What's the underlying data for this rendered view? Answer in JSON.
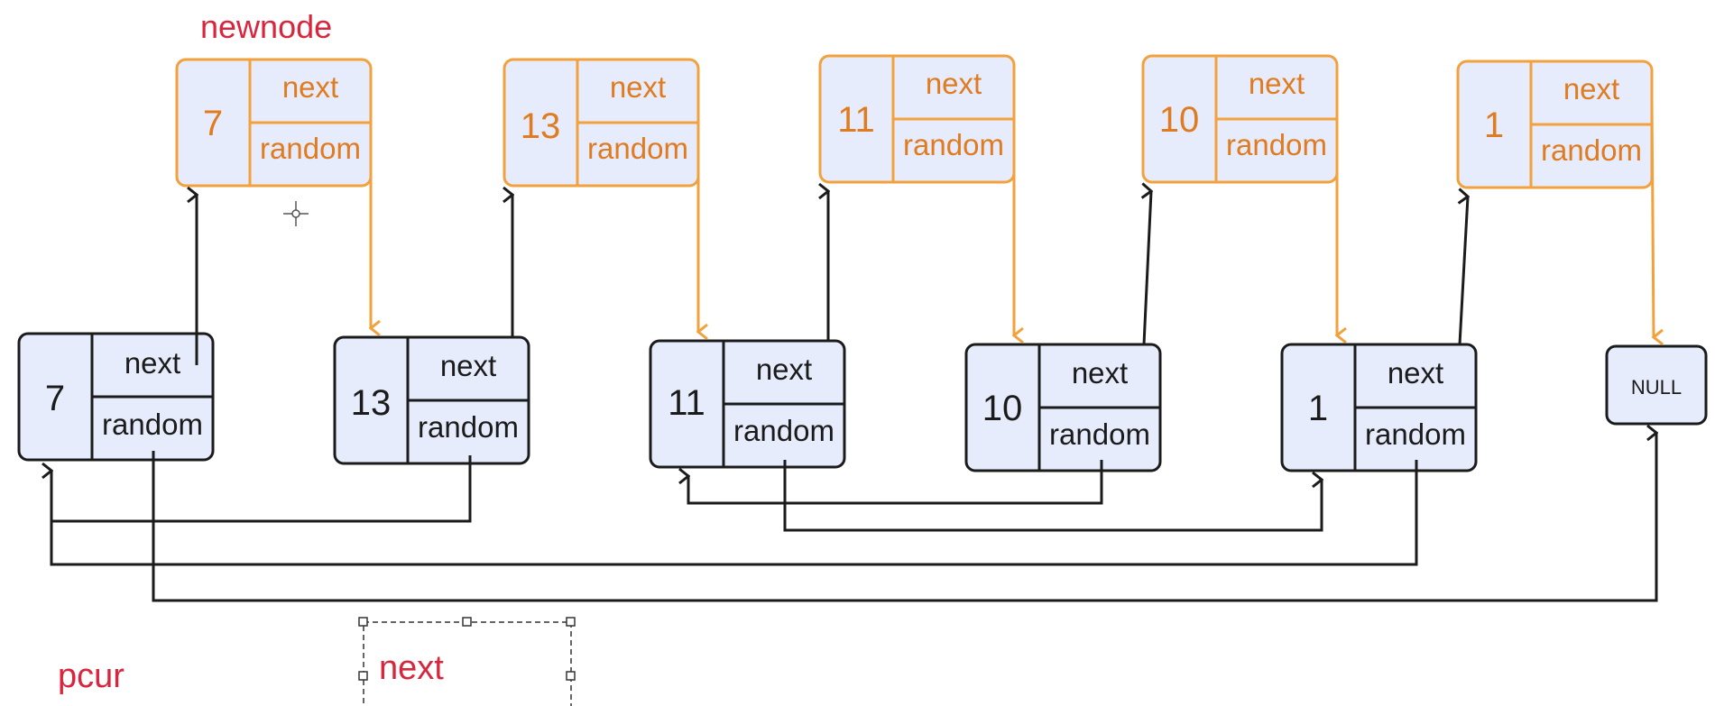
{
  "labels": {
    "newnode": "newnode",
    "pcur": "pcur",
    "selection_text": "next",
    "null_text": "NULL"
  },
  "colors": {
    "new_stroke": "#F2A13C",
    "new_text": "#E07B1F",
    "fill": "#E6ECFC",
    "orig_stroke": "#1B1B1B",
    "red_text": "#D7263D"
  },
  "new_nodes": [
    {
      "val": "7",
      "next": "next",
      "random": "random"
    },
    {
      "val": "13",
      "next": "next",
      "random": "random"
    },
    {
      "val": "11",
      "next": "next",
      "random": "random"
    },
    {
      "val": "10",
      "next": "next",
      "random": "random"
    },
    {
      "val": "1",
      "next": "next",
      "random": "random"
    }
  ],
  "orig_nodes": [
    {
      "val": "7",
      "next": "next",
      "random": "random"
    },
    {
      "val": "13",
      "next": "next",
      "random": "random"
    },
    {
      "val": "11",
      "next": "next",
      "random": "random"
    },
    {
      "val": "10",
      "next": "next",
      "random": "random"
    },
    {
      "val": "1",
      "next": "next",
      "random": "random"
    }
  ],
  "random_targets": [
    {
      "from": 0,
      "to": "NULL"
    },
    {
      "from": 1,
      "to": 0
    },
    {
      "from": 2,
      "to": 4
    },
    {
      "from": 3,
      "to": 2
    },
    {
      "from": 4,
      "to": 0
    }
  ]
}
